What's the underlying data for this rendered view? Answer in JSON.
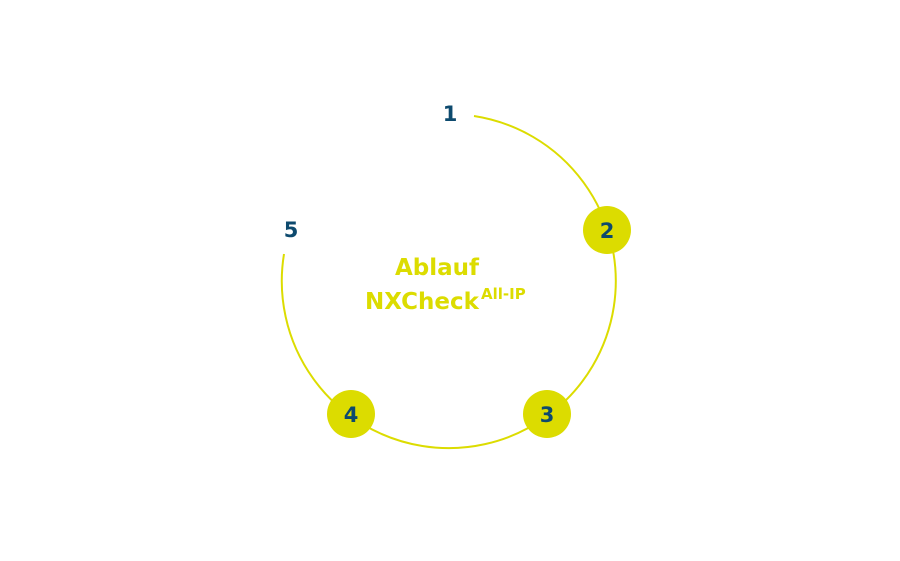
{
  "colors": {
    "accent": "#dcdc00",
    "text": "#0d4a6e",
    "background": "#ffffff"
  },
  "title": {
    "line1": "Ablauf",
    "line2": "NXCheck",
    "superscript": "All-IP"
  },
  "steps": [
    {
      "label": "1",
      "highlighted": false
    },
    {
      "label": "2",
      "highlighted": true
    },
    {
      "label": "3",
      "highlighted": true
    },
    {
      "label": "4",
      "highlighted": true
    },
    {
      "label": "5",
      "highlighted": false
    }
  ]
}
